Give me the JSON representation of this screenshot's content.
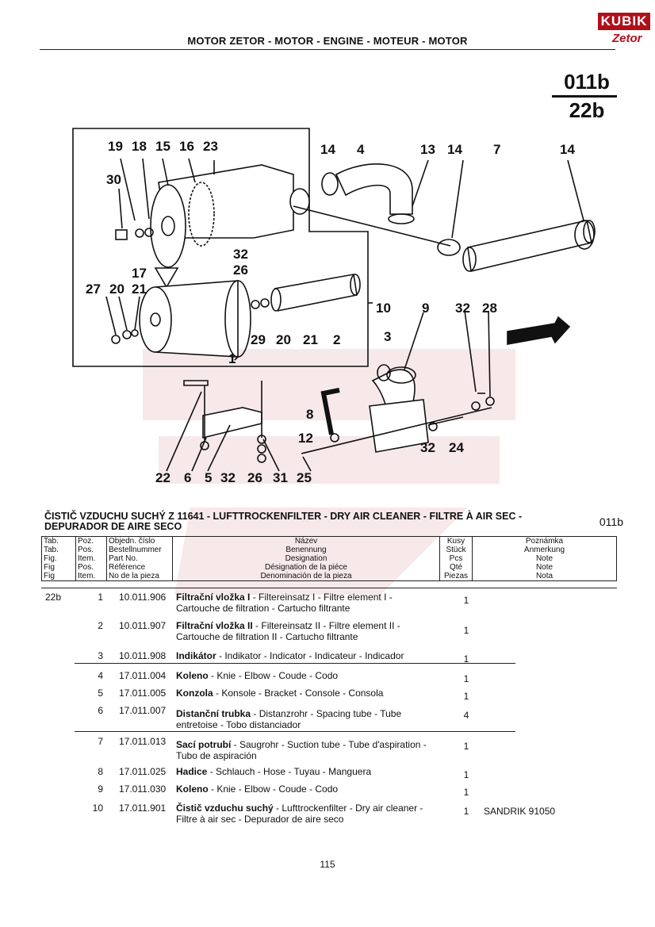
{
  "header": {
    "title": "MOTOR ZETOR - MOTOR - ENGINE - MOTEUR - MOTOR",
    "logo_brand": "KUBIK",
    "logo_sub": "Zetor",
    "page_code_top": "011b",
    "page_code_bottom": "22b"
  },
  "diagram": {
    "callouts": [
      "19",
      "18",
      "15",
      "16",
      "23",
      "30",
      "14",
      "4",
      "13",
      "14",
      "7",
      "14",
      "32",
      "26",
      "17",
      "27",
      "20",
      "21",
      "10",
      "29",
      "20",
      "21",
      "2",
      "1",
      "9",
      "32",
      "28",
      "3",
      "8",
      "12",
      "32",
      "24",
      "22",
      "6",
      "5",
      "32",
      "26",
      "31",
      "25"
    ]
  },
  "section": {
    "title": "ČISTIČ VZDUCHU SUCHÝ Z 11641 - LUFTTROCKENFILTER - DRY AIR CLEANER - FILTRE À AIR SEC - DEPURADOR DE AIRE SECO",
    "code": "011b"
  },
  "columns": {
    "tab": [
      "Tab.",
      "Tab.",
      "Fig.",
      "Fig",
      "Fig"
    ],
    "poz": [
      "Poz.",
      "Pos.",
      "Item.",
      "Pos.",
      "Item."
    ],
    "part": [
      "Objedn. číslo",
      "Bestellnummer",
      "Part No.",
      "Référence",
      "No de la pieza"
    ],
    "nazev": [
      "Název",
      "Benennung",
      "Designation",
      "Désignation de la piéce",
      "Denominación de la pieza"
    ],
    "kusy": [
      "Kusy",
      "Stück",
      "Pcs",
      "Qté",
      "Piezas"
    ],
    "pozn": [
      "Poznámka",
      "Anmerkung",
      "Note",
      "Note",
      "Nota"
    ]
  },
  "rows": [
    {
      "tab": "22b",
      "pos": "1",
      "part": "10.011.906",
      "bold": "Filtrační vložka I",
      "rest": " - Filtereinsatz I - Filtre element I - Cartouche de filtration - Cartucho filtrante",
      "qty": "1",
      "note": ""
    },
    {
      "tab": "",
      "pos": "2",
      "part": "10.011.907",
      "bold": "Filtrační vložka II",
      "rest": " - Filtereinsatz II - Filtre element II - Cartouche de filtration II - Cartucho filtrante",
      "qty": "1",
      "note": ""
    },
    {
      "tab": "",
      "pos": "3",
      "part": "10.011.908",
      "bold": "Indikátor",
      "rest": " - Indikator - Indicator - Indicateur - Indicador",
      "qty": "1",
      "note": ""
    },
    {
      "tab": "",
      "pos": "4",
      "part": "17.011.004",
      "bold": "Koleno",
      "rest": " - Knie - Elbow - Coude - Codo",
      "qty": "1",
      "note": ""
    },
    {
      "tab": "",
      "pos": "5",
      "part": "17.011.005",
      "bold": "Konzola",
      "rest": " - Konsole - Bracket - Console - Consola",
      "qty": "1",
      "note": ""
    },
    {
      "tab": "",
      "pos": "6",
      "part": "17.011.007",
      "bold": "Distanční trubka",
      "rest": " - Distanzrohr - Spacing tube - Tube entretoise - Tobo distanciador",
      "qty": "4",
      "note": ""
    },
    {
      "tab": "",
      "pos": "7",
      "part": "17.011.013",
      "bold": "Sací potrubí",
      "rest": " - Saugrohr - Suction tube - Tube d'aspiration - Tubo de aspiración",
      "qty": "1",
      "note": ""
    },
    {
      "tab": "",
      "pos": "8",
      "part": "17.011.025",
      "bold": "Hadice",
      "rest": " - Schlauch - Hose - Tuyau - Manguera",
      "qty": "1",
      "note": ""
    },
    {
      "tab": "",
      "pos": "9",
      "part": "17.011.030",
      "bold": "Koleno",
      "rest": " - Knie - Elbow - Coude - Codo",
      "qty": "1",
      "note": ""
    },
    {
      "tab": "",
      "pos": "10",
      "part": "17.011.901",
      "bold": "Čistič vzduchu suchý",
      "rest": " - Lufttrockenfilter - Dry air cleaner - Filtre à air sec - Depurador de aire seco",
      "qty": "1",
      "note": "SANDRIK 91050"
    }
  ],
  "footer": {
    "page_number": "115"
  }
}
